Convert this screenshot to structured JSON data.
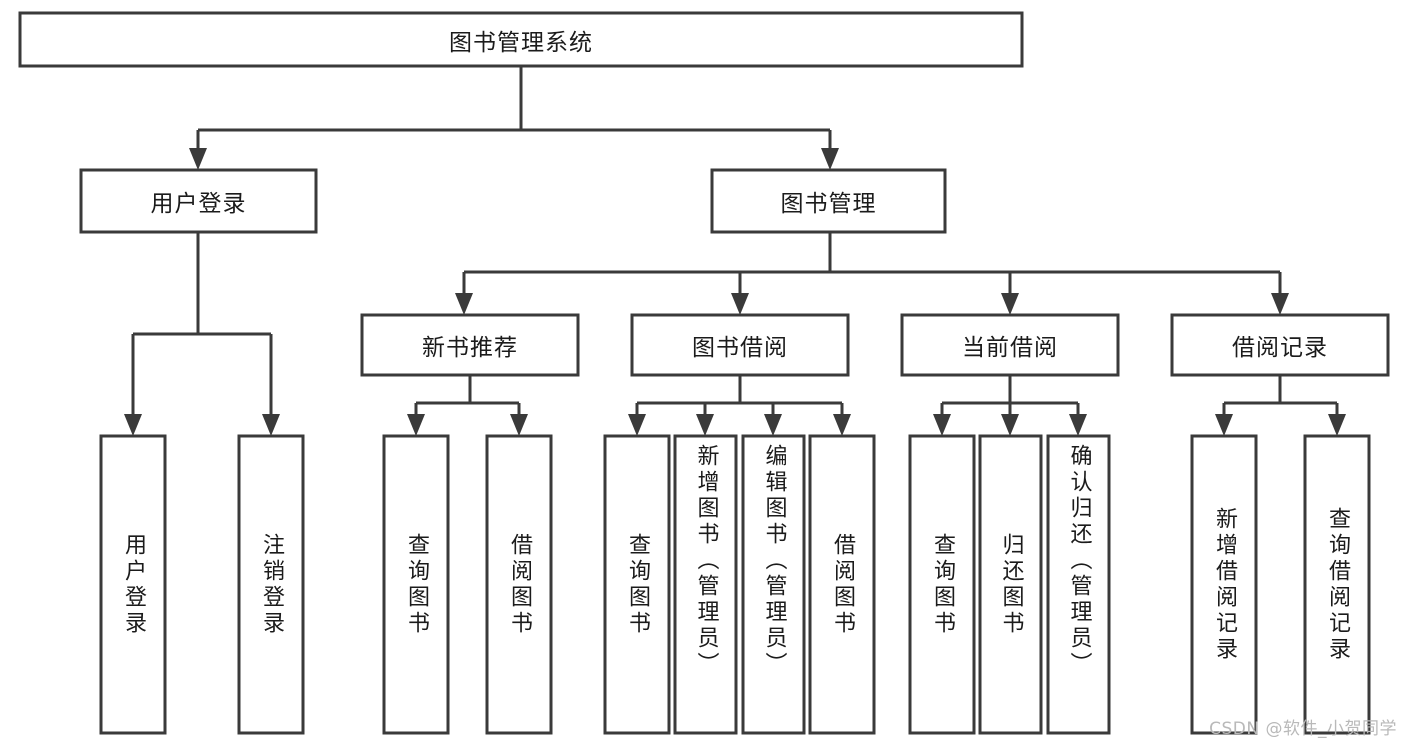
{
  "diagram": {
    "type": "tree-hierarchy",
    "orientation": "top-down",
    "root": {
      "id": "root",
      "label": "图书管理系统",
      "text_orientation": "horizontal"
    },
    "level2": [
      {
        "id": "user-login",
        "label": "用户登录",
        "text_orientation": "horizontal"
      },
      {
        "id": "book-management",
        "label": "图书管理",
        "text_orientation": "horizontal"
      }
    ],
    "level3": [
      {
        "id": "new-book-recommend",
        "label": "新书推荐",
        "text_orientation": "horizontal",
        "parent": "book-management"
      },
      {
        "id": "book-borrow",
        "label": "图书借阅",
        "text_orientation": "horizontal",
        "parent": "book-management"
      },
      {
        "id": "current-borrow",
        "label": "当前借阅",
        "text_orientation": "horizontal",
        "parent": "book-management"
      },
      {
        "id": "borrow-record",
        "label": "借阅记录",
        "text_orientation": "horizontal",
        "parent": "book-management"
      }
    ],
    "leaves": [
      {
        "id": "leaf-user-login",
        "label": "用户登录",
        "parent": "user-login",
        "text_orientation": "vertical"
      },
      {
        "id": "leaf-logout",
        "label": "注销登录",
        "parent": "user-login",
        "text_orientation": "vertical"
      },
      {
        "id": "leaf-query-book-1",
        "label": "查询图书",
        "parent": "new-book-recommend",
        "text_orientation": "vertical"
      },
      {
        "id": "leaf-borrow-book-1",
        "label": "借阅图书",
        "parent": "new-book-recommend",
        "text_orientation": "vertical"
      },
      {
        "id": "leaf-query-book-2",
        "label": "查询图书",
        "parent": "book-borrow",
        "text_orientation": "vertical"
      },
      {
        "id": "leaf-add-book",
        "label": "新增图书（管理员）",
        "parent": "book-borrow",
        "text_orientation": "vertical"
      },
      {
        "id": "leaf-edit-book",
        "label": "编辑图书（管理员）",
        "parent": "book-borrow",
        "text_orientation": "vertical"
      },
      {
        "id": "leaf-borrow-book-2",
        "label": "借阅图书",
        "parent": "book-borrow",
        "text_orientation": "vertical"
      },
      {
        "id": "leaf-query-book-3",
        "label": "查询图书",
        "parent": "current-borrow",
        "text_orientation": "vertical"
      },
      {
        "id": "leaf-return-book",
        "label": "归还图书",
        "parent": "current-borrow",
        "text_orientation": "vertical"
      },
      {
        "id": "leaf-confirm-return",
        "label": "确认归还（管理员）",
        "parent": "current-borrow",
        "text_orientation": "vertical"
      },
      {
        "id": "leaf-add-record",
        "label": "新增借阅记录",
        "parent": "borrow-record",
        "text_orientation": "vertical"
      },
      {
        "id": "leaf-query-record",
        "label": "查询借阅记录",
        "parent": "borrow-record",
        "text_orientation": "vertical"
      }
    ],
    "colors": {
      "box_stroke": "#3a3a3a",
      "box_fill": "#ffffff",
      "connector": "#3a3a3a",
      "text": "#1b1b1b",
      "background": "#ffffff",
      "watermark": "#b9b9b9"
    }
  },
  "watermark": {
    "text": "CSDN @软件_小贺同学"
  }
}
